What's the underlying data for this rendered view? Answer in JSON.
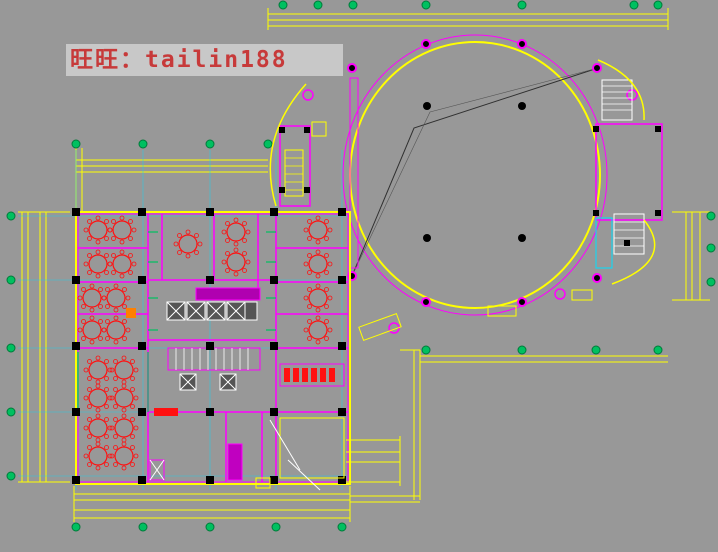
{
  "watermark": {
    "text": "旺旺：tailin188"
  },
  "colors": {
    "background": "#989898",
    "wall": "#ff00ff",
    "dimension": "#ffff00",
    "grid": "#00c060",
    "table": "#ff1010",
    "column": "#000000",
    "cyan": "#00e0ff",
    "white": "#ffffff"
  },
  "icons": [
    "grid-axis-bubble",
    "structural-column",
    "round-banquet-table",
    "stair",
    "elevator"
  ]
}
